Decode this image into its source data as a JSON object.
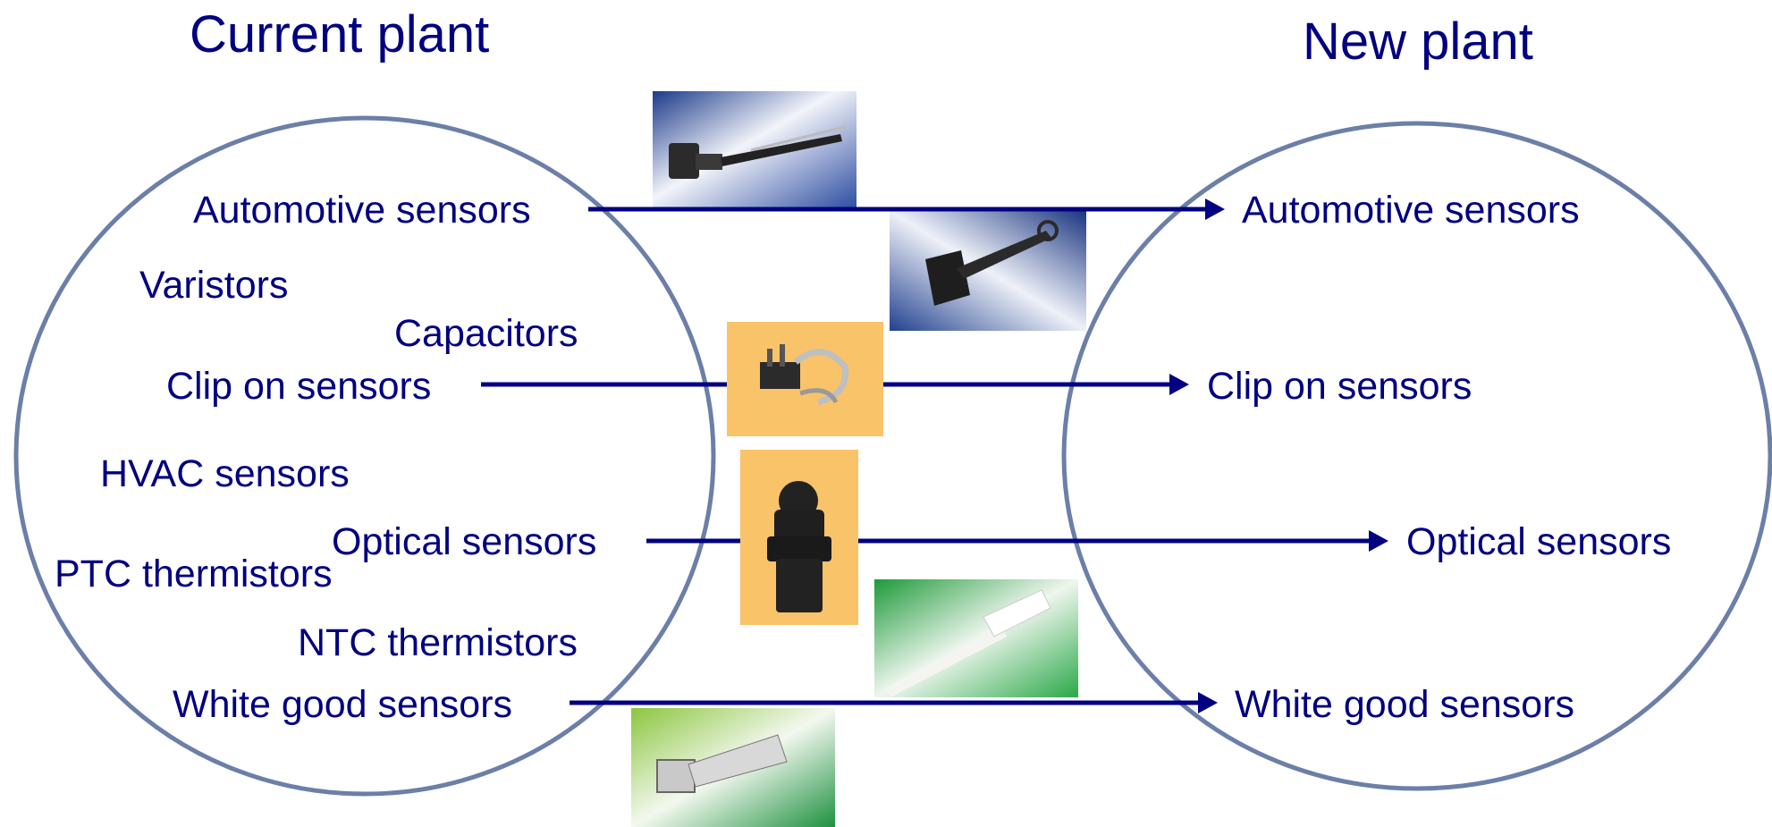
{
  "titles": {
    "left": "Current plant",
    "right": "New plant"
  },
  "current_plant": {
    "automotive": "Automotive sensors",
    "varistors": "Varistors",
    "capacitors": "Capacitors",
    "clip_on": "Clip on sensors",
    "hvac": "HVAC sensors",
    "optical": "Optical sensors",
    "ptc": "PTC thermistors",
    "ntc": "NTC thermistors",
    "white_good": "White good sensors"
  },
  "new_plant": {
    "automotive": "Automotive sensors",
    "clip_on": "Clip on sensors",
    "optical": "Optical sensors",
    "white_good": "White good sensors"
  },
  "colors": {
    "text": "#000080",
    "arrow": "#000080",
    "circle": "#6b7fa8"
  },
  "product_photos": [
    "automotive-sensor-photo",
    "automotive-sensor-photo",
    "clip-on-sensor-photo",
    "optical-sensor-photo",
    "white-good-sensor-photo",
    "white-good-sensor-photo"
  ]
}
